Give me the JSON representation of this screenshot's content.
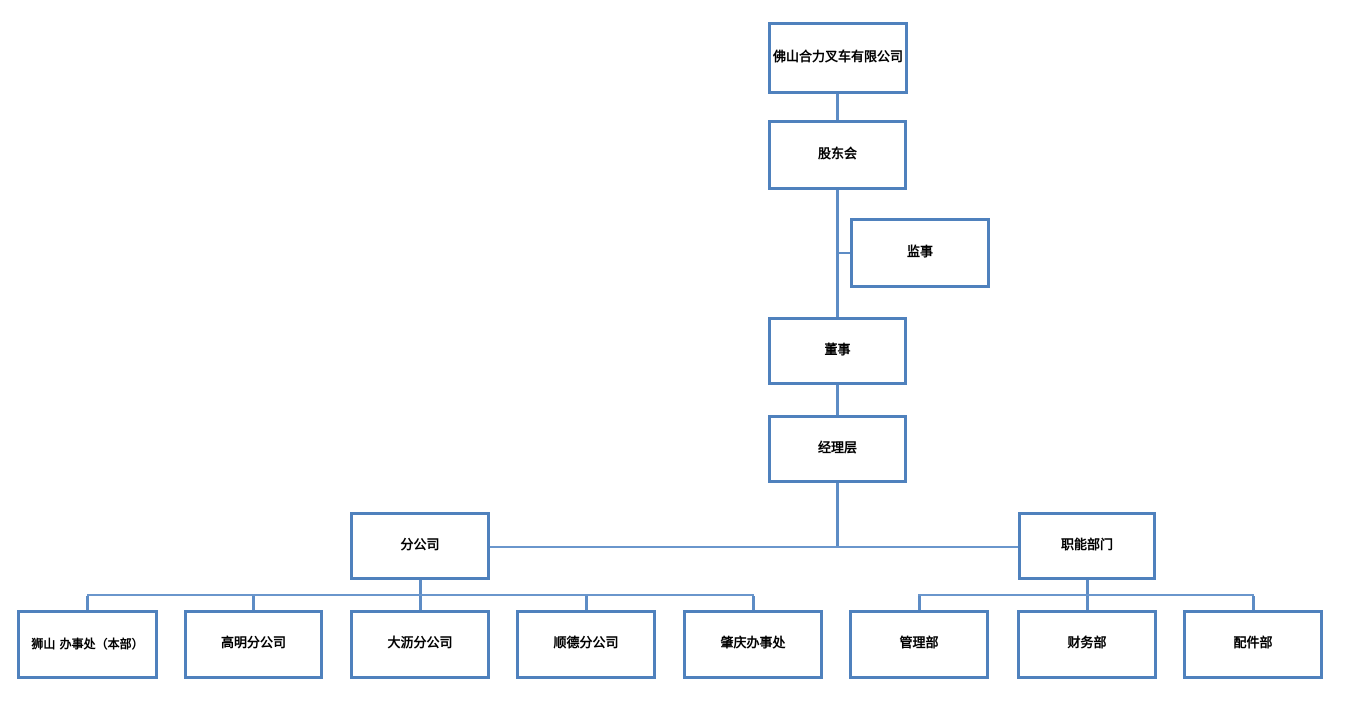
{
  "diagram": {
    "type": "org-chart",
    "accent_color": "#4f81bd",
    "connector_color": "#5d8cc5",
    "nodes": {
      "company": {
        "label": "佛山合力叉车有限公司"
      },
      "shareholders": {
        "label": "股东会"
      },
      "supervisor": {
        "label": "监事"
      },
      "director": {
        "label": "董事"
      },
      "management": {
        "label": "经理层"
      },
      "branches": {
        "label": "分公司"
      },
      "functional": {
        "label": "职能部门"
      },
      "shishan": {
        "label": "狮山 办事处（本部）"
      },
      "gaoming": {
        "label": "高明分公司"
      },
      "dali": {
        "label": "大沥分公司"
      },
      "shunde": {
        "label": "顺德分公司"
      },
      "zhaoqing": {
        "label": "肇庆办事处"
      },
      "admin": {
        "label": "管理部"
      },
      "finance": {
        "label": "财务部"
      },
      "parts": {
        "label": "配件部"
      }
    },
    "edges": [
      [
        "company",
        "shareholders"
      ],
      [
        "shareholders",
        "director"
      ],
      [
        "shareholders",
        "supervisor"
      ],
      [
        "director",
        "management"
      ],
      [
        "management",
        "branches"
      ],
      [
        "management",
        "functional"
      ],
      [
        "branches",
        "shishan"
      ],
      [
        "branches",
        "gaoming"
      ],
      [
        "branches",
        "dali"
      ],
      [
        "branches",
        "shunde"
      ],
      [
        "branches",
        "zhaoqing"
      ],
      [
        "functional",
        "admin"
      ],
      [
        "functional",
        "finance"
      ],
      [
        "functional",
        "parts"
      ]
    ]
  }
}
